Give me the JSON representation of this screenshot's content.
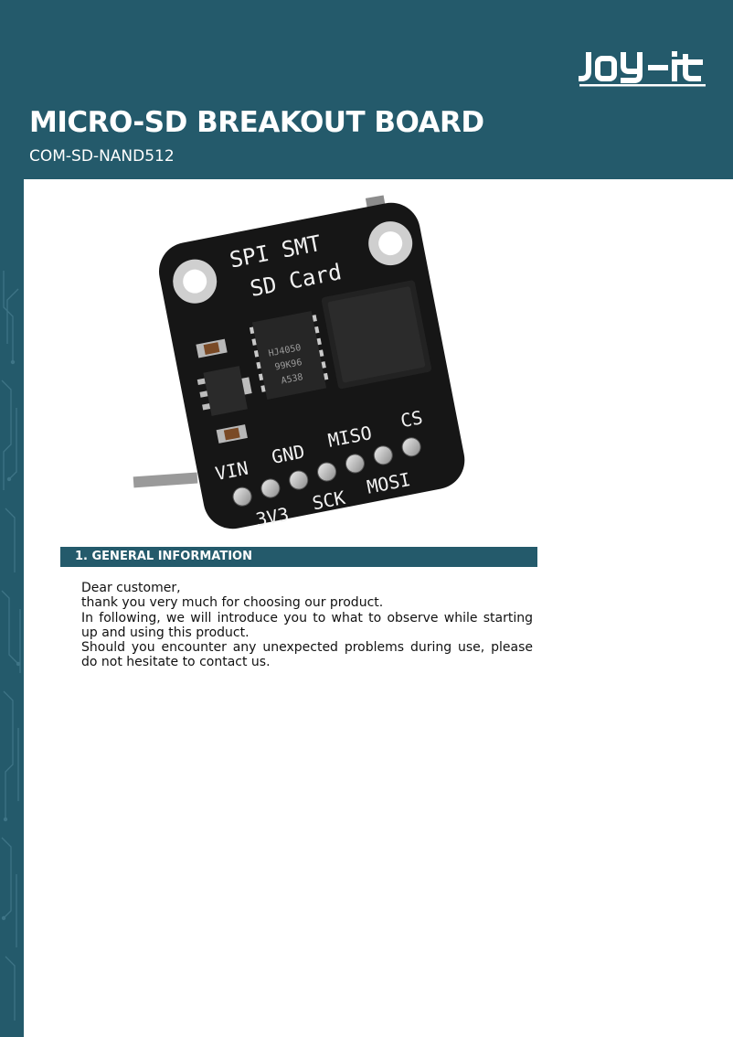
{
  "header": {
    "brand": "JOY-iT",
    "title": "MICRO-SD BREAKOUT BOARD",
    "subtitle": "COM-SD-NAND512"
  },
  "board": {
    "silkscreen_title_line1": "SPI SMT",
    "silkscreen_title_line2": "SD Card",
    "chip_label_1": "HJ4050",
    "chip_label_2": "99K96",
    "chip_label_3": "A538",
    "pins_top": [
      "VIN",
      "GND",
      "MISO",
      "CS"
    ],
    "pins_bottom": [
      "3V3",
      "SCK",
      "MOSI"
    ]
  },
  "section": {
    "title": "1. GENERAL INFORMATION"
  },
  "body": {
    "paragraphs": [
      "Dear customer,",
      "thank you very much for choosing our product.",
      "In following, we will introduce you to what to observe while starting up and using this product.",
      "Should you encounter any unexpected problems during use, please do not hesitate to contact us."
    ]
  },
  "colors": {
    "brand_teal": "#245a6b",
    "board_black": "#161616"
  }
}
